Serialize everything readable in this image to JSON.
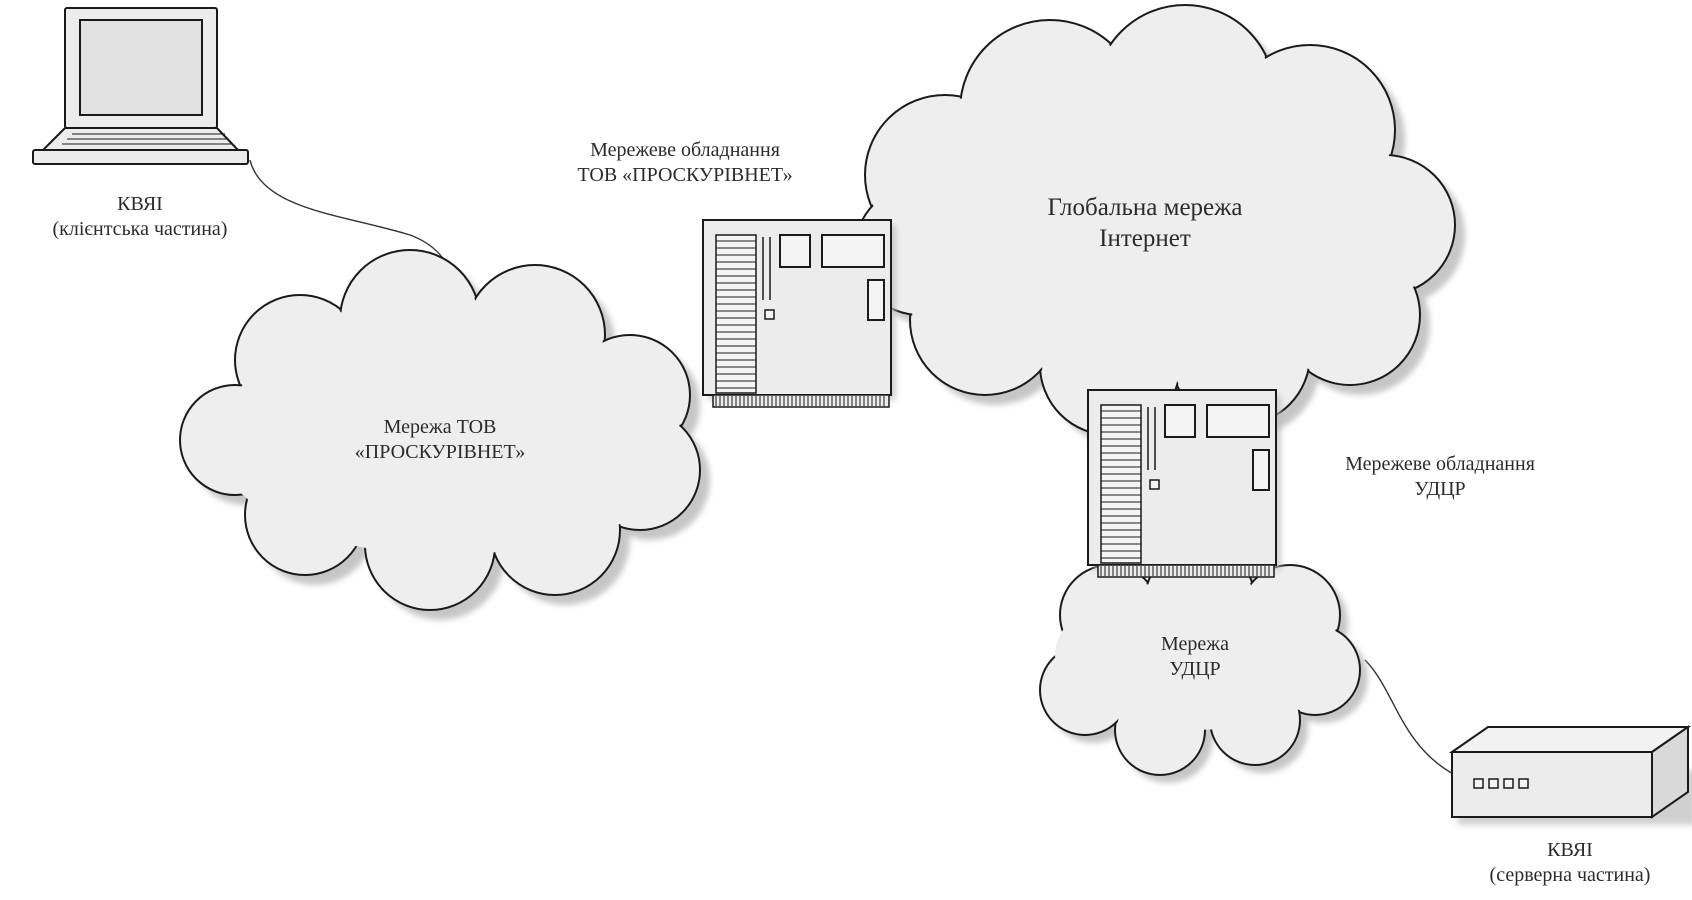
{
  "labels": {
    "laptop": [
      "КВЯІ",
      "(клієнтська частина)"
    ],
    "equipment_provider": [
      "Мережеве обладнання",
      "ТОВ «ПРОСКУРІВНЕТ»"
    ],
    "internet": [
      "Глобальна мережа",
      "Інтернет"
    ],
    "provider_network": [
      "Мережа ТОВ",
      "«ПРОСКУРІВНЕТ»"
    ],
    "equipment_udcr": [
      "Мережеве обладнання",
      "УДЦР"
    ],
    "udcr_network": [
      "Мережа",
      "УДЦР"
    ],
    "server": [
      "КВЯІ",
      "(серверна частина)"
    ]
  },
  "colors": {
    "stroke": "#1a1a1a",
    "cloud_fill": "#eeeeee",
    "cloud_shadow": "#bdbdbd",
    "device_fill": "#ececec",
    "text": "#2b2b2b"
  },
  "icons": {
    "laptop": "laptop-icon",
    "router": "router-icon",
    "server": "server-box-icon",
    "cloud": "cloud-icon"
  }
}
